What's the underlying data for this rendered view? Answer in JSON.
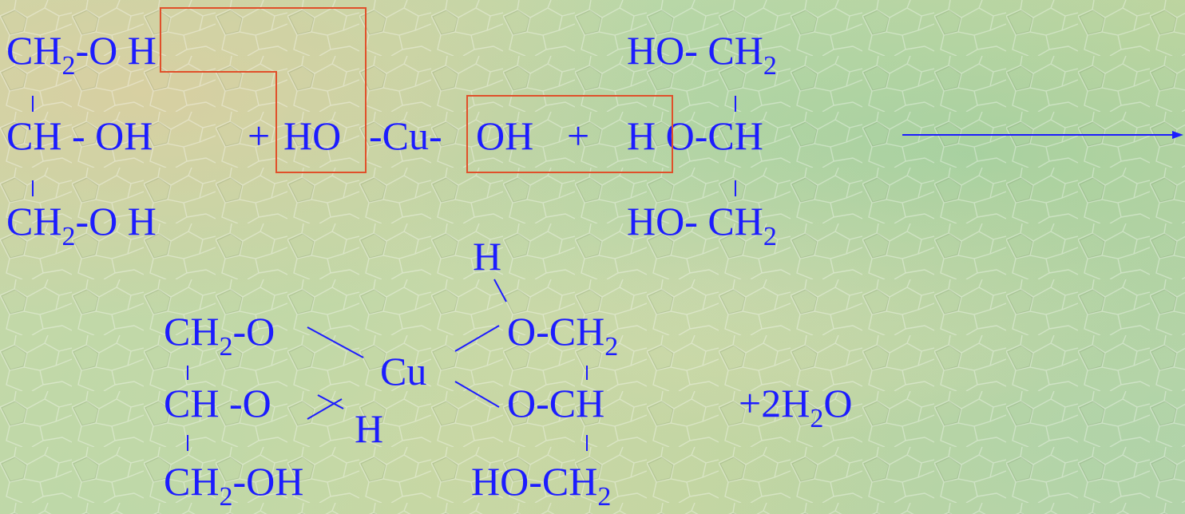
{
  "reactants": {
    "glycerol_left": {
      "row1_a": "CH",
      "row1_sub": "2",
      "row1_b": "-O H",
      "row2": "CH - OH",
      "row3_a": "CH",
      "row3_sub": "2",
      "row3_b": "-O H"
    },
    "plus_1": "+",
    "copper_hydroxide": {
      "ho": "HO",
      "cu": "-Cu-",
      "oh": "OH"
    },
    "plus_2": "+",
    "glycerol_right": {
      "row1_a": "HO- CH",
      "row1_sub": "2",
      "row2": "H O-CH",
      "row3_a": "HO- CH",
      "row3_sub": "2"
    }
  },
  "product": {
    "top_h": "H",
    "left": {
      "row1_a": "CH",
      "row1_sub": "2",
      "row1_b": "-O",
      "row2": "CH -O",
      "row3_a": "CH",
      "row3_sub": "2",
      "row3_b": "-OH"
    },
    "cu": "Cu",
    "bridge_h": "H",
    "right": {
      "row1_a": "O-CH",
      "row1_sub": "2",
      "row2": "O-CH",
      "row3_a": "HO-CH",
      "row3_sub": "2"
    },
    "water": {
      "prefix": "+2H",
      "sub": "2",
      "suffix": "O"
    }
  },
  "colors": {
    "formula_text": "#1c1cff",
    "highlight_box": "#e0502a",
    "arrow": "#1c1cff"
  }
}
